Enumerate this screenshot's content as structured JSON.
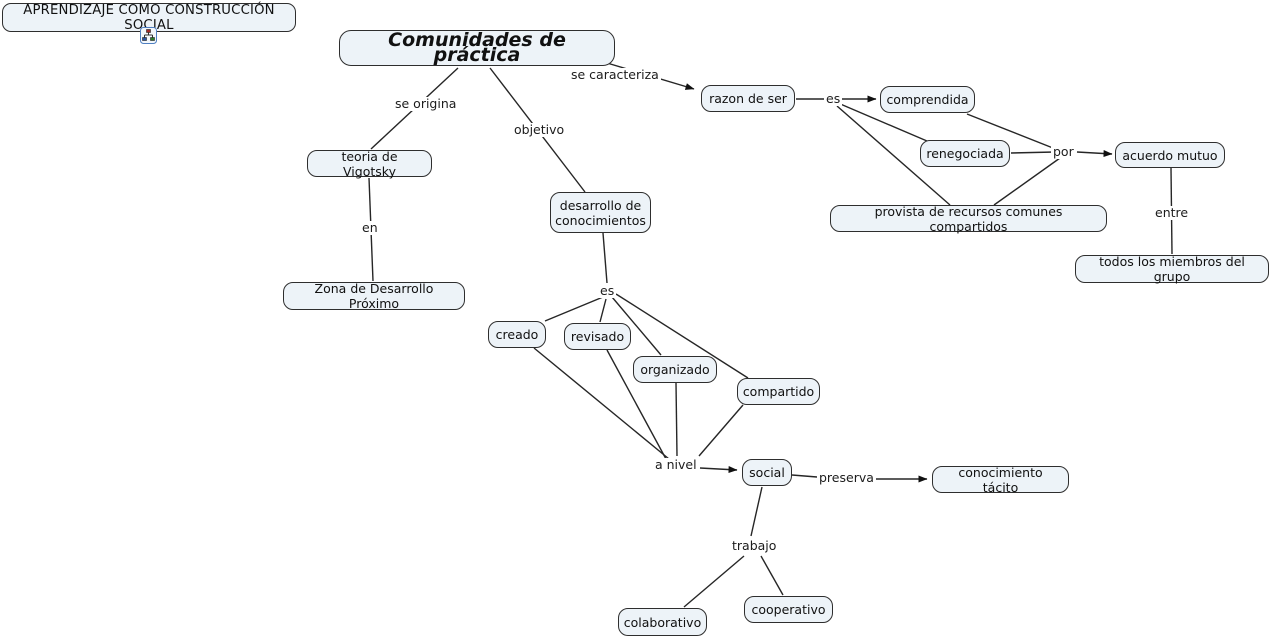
{
  "nodes": [
    {
      "id": "aprendizaje",
      "text": "APRENDIZAJE COMO CONSTRUCCIÓN SOCIAL"
    },
    {
      "id": "comunidades",
      "text": "Comunidades de práctica"
    },
    {
      "id": "razon-de-ser",
      "text": "razon de ser"
    },
    {
      "id": "comprendida",
      "text": "comprendida"
    },
    {
      "id": "renegociada",
      "text": "renegociada"
    },
    {
      "id": "acuerdo-mutuo",
      "text": "acuerdo mutuo"
    },
    {
      "id": "provista",
      "text": "provista de recursos comunes compartidos"
    },
    {
      "id": "todos-miembros",
      "text": "todos los miembros del grupo"
    },
    {
      "id": "teoria-vigotsky",
      "text": "teoria de Vigotsky"
    },
    {
      "id": "zona-desarrollo",
      "text": "Zona de Desarrollo Próximo"
    },
    {
      "id": "desarrollo-conocimientos",
      "text": "desarrollo de conocimientos"
    },
    {
      "id": "creado",
      "text": "creado"
    },
    {
      "id": "revisado",
      "text": "revisado"
    },
    {
      "id": "organizado",
      "text": "organizado"
    },
    {
      "id": "compartido",
      "text": "compartido"
    },
    {
      "id": "social",
      "text": "social"
    },
    {
      "id": "conocimiento-tacito",
      "text": "conocimiento tácito"
    },
    {
      "id": "colaborativo",
      "text": "colaborativo"
    },
    {
      "id": "cooperativo",
      "text": "cooperativo"
    }
  ],
  "labels": [
    {
      "id": "se-caracteriza",
      "text": "se caracteriza"
    },
    {
      "id": "se-origina",
      "text": "se origina"
    },
    {
      "id": "objetivo",
      "text": "objetivo"
    },
    {
      "id": "es-1",
      "text": "es"
    },
    {
      "id": "por",
      "text": "por"
    },
    {
      "id": "entre",
      "text": "entre"
    },
    {
      "id": "en",
      "text": "en"
    },
    {
      "id": "es-2",
      "text": "es"
    },
    {
      "id": "a-nivel",
      "text": "a nivel"
    },
    {
      "id": "preserva",
      "text": "preserva"
    },
    {
      "id": "trabajo",
      "text": "trabajo"
    }
  ],
  "icons": [
    {
      "id": "concept-map-resource-icon",
      "meaning": "linked concept map resource"
    }
  ],
  "colors": {
    "node_fill": "#edf3f8",
    "node_border": "#2e2e2e",
    "line": "#262626",
    "icon_border": "#4f7fc1",
    "icon_red": "#9e2a2a",
    "icon_blue": "#2a52a0",
    "icon_green": "#2a7a2a",
    "background": "#ffffff"
  }
}
